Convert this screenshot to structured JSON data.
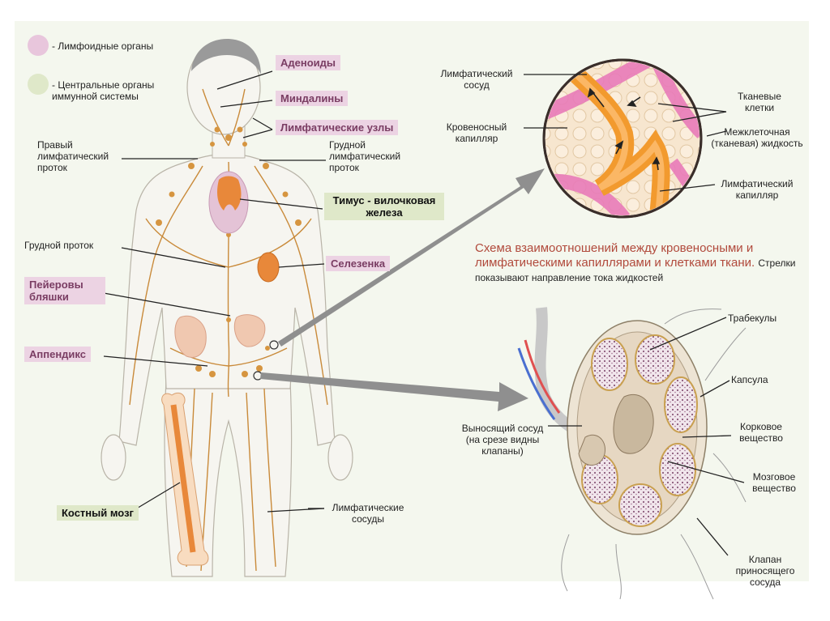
{
  "colors": {
    "panel_bg": "#f4f7ee",
    "lymph_vessel": "#c98a3a",
    "organ_orange": "#e8883a",
    "organ_pink": "#e4c3d6",
    "tag_pink": "#ecd3e3",
    "tag_green": "#dfe8c9",
    "caption_red": "#b14a3c",
    "blood_capillary": "#e87ab8",
    "lymph_capillary": "#f29a2e"
  },
  "legend": [
    {
      "label": "Лимфоидные органы",
      "swatch": "#e8c6dc"
    },
    {
      "label": "Центральные органы иммунной системы",
      "swatch": "#dfe8c9"
    }
  ],
  "body_labels": {
    "adenoids": "Аденоиды",
    "tonsils": "Миндалины",
    "lymph_nodes": "Лимфатические узлы",
    "right_duct": "Правый лимфатический проток",
    "thoracic_duct_upper": "Грудной лимфатический проток",
    "thymus": "Тимус - вилочковая железа",
    "thoracic_duct": "Грудной проток",
    "spleen": "Селезенка",
    "peyer": "Пейеровы бляшки",
    "appendix": "Аппендикс",
    "bone_marrow": "Костный мозг",
    "lymph_vessels": "Лимфатические сосуды"
  },
  "capillary_labels": {
    "lymph_vessel": "Лимфатический сосуд",
    "blood_capillary": "Кровеносный капилляр",
    "tissue_cells": "Тканевые клетки",
    "interstitial_fluid": "Межклеточная (тканевая) жидкость",
    "lymph_capillary": "Лимфатический капилляр"
  },
  "caption": {
    "main": "Схема взаимоотношений между кровеносными и лимфатическими капиллярами и клетками ткани.",
    "tail": "Стрелки показывают направление тока жидкостей"
  },
  "node_labels": {
    "trabeculae": "Трабекулы",
    "capsule": "Капсула",
    "efferent": "Выносящий сосуд (на срезе видны клапаны)",
    "cortex": "Корковое вещество",
    "medulla": "Мозговое вещество",
    "afferent_valve": "Клапан приносящего сосуда"
  }
}
